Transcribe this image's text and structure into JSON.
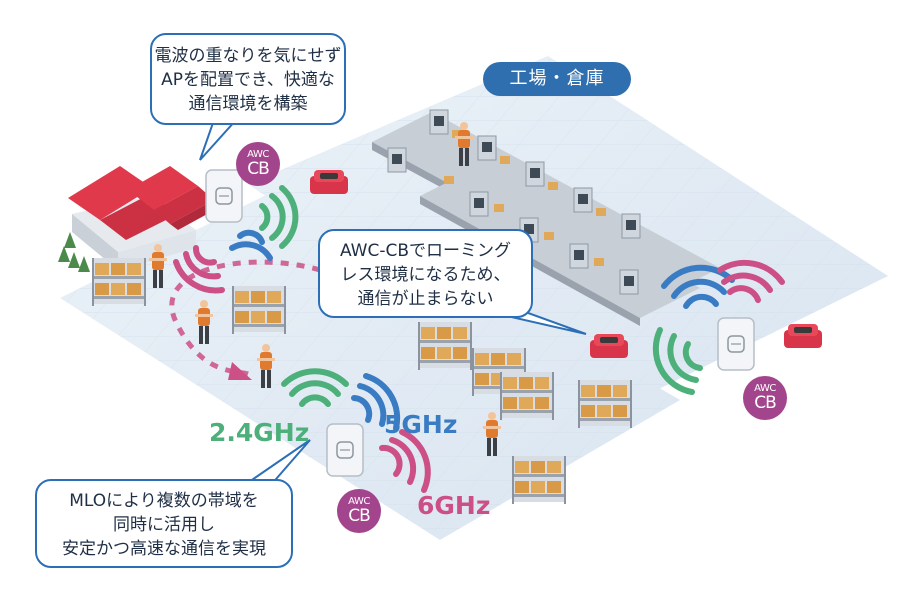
{
  "callouts": {
    "top": [
      "電波の重なりを気にせず",
      "APを配置でき、快適な",
      "通信環境を構築"
    ],
    "middle": [
      "AWC-CBでローミング",
      "レス環境になるため、",
      "通信が止まらない"
    ],
    "bottom": [
      "MLOにより複数の帯域を",
      "同時に活用し",
      "安定かつ高速な通信を実現"
    ]
  },
  "area_tag": "工場・倉庫",
  "bands": {
    "b24": "2.4GHz",
    "b5": "5GHz",
    "b6": "6GHz"
  },
  "ap_badge": {
    "line1": "AWC",
    "line2": "CB"
  },
  "colors": {
    "band_24": "#4db07a",
    "band_5": "#3a7cc4",
    "band_6": "#cc4f86",
    "badge": "#a3458c",
    "callout_border": "#2c6fb7",
    "tag_bg": "#2f6faf"
  }
}
